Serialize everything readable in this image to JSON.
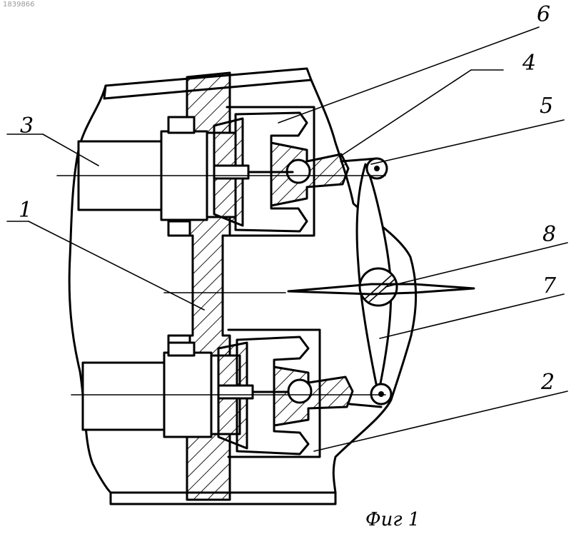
{
  "doc_number": "1839866",
  "caption": "Фиг 1",
  "callouts": [
    {
      "label": "6"
    },
    {
      "label": "4"
    },
    {
      "label": "5"
    },
    {
      "label": "3"
    },
    {
      "label": "1"
    },
    {
      "label": "8"
    },
    {
      "label": "7"
    },
    {
      "label": "2"
    }
  ]
}
